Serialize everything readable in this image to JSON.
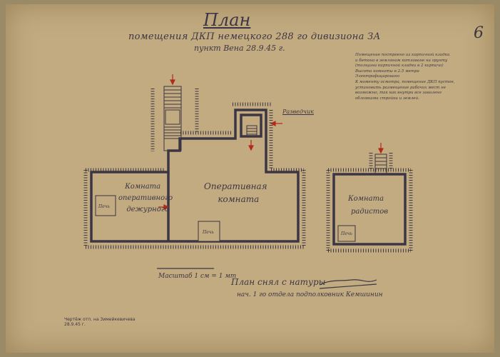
{
  "title": "План",
  "subtitle_line1": "помещения ДКП немецкого 288 го дивизиона ЗА",
  "subtitle_line2": "пункт Вена 28.9.45 г.",
  "sheet_number": "6",
  "note": [
    "Помещение построено из кирпичной кладки",
    "и бетона в земляном котловане на грунту",
    "(толщина кирпичной кладки в 2 кирпича)",
    "Высота комнаты в 2.5 метра",
    "Электрифицировано",
    "К моменту осмотра, помещение ДКП пустое,",
    "установить размещение рабочих мест не",
    "возможно, так как внутри все завалено",
    "обломками стройки и землей."
  ],
  "label_recon": "Разведчик",
  "room_duty": [
    "Комната",
    "оперативного",
    "дежурного"
  ],
  "room_ops": [
    "Оперативная",
    "комната"
  ],
  "room_radio": [
    "Комната",
    "радистов"
  ],
  "stove": "Печь",
  "scale": "Масштаб 1 см = 1 мт",
  "plan_taken": "План снял с натуры",
  "signature_line": "нач. 1 го отдела подполковник Кемшинин",
  "footer_stamp": [
    "Чертёж отп. на Зимейкевичева",
    "28.9.45 г."
  ],
  "colors": {
    "paper": "#c2ab80",
    "ink": "#3c3644",
    "arrow": "#b22a1a"
  }
}
